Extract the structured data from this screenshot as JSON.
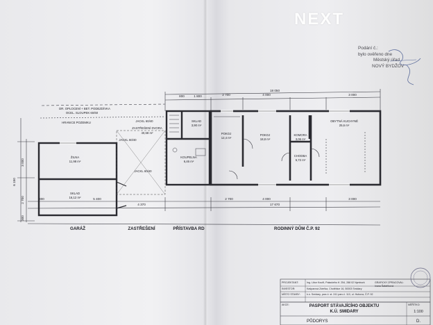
{
  "watermark": {
    "logo": "NEXT"
  },
  "stamp": {
    "line1": "Podání č.:",
    "line2": "bylo ověřeno dne",
    "line3": "Městský úřad",
    "line4": "NOVÝ BYDŽOV"
  },
  "labels": {
    "hranice_pozemku": "HRANICE POZEMKU",
    "dr_oploceni": "DR. OPLOCENÍ + BET. PODEZDÍVKA",
    "ocel_sloupek": "OCEL. SLOUPEK 60/60",
    "zastreseni_dvora": "ZASTŘEŠENÍ DVORA",
    "zastreseni_area": "40,68 m²",
    "jackl_1": "JACKL 60/40",
    "jackl_2": "JACKL 60/40",
    "jackl_3": "JACKL 60/40",
    "zilna": "ŽILNA",
    "zilna_area": "11,98 m²",
    "sklad_left": "SKLAD",
    "sklad_left_area": "16,12 m²",
    "sklad_top": "SKLAD",
    "sklad_top_area": "3,90 m²",
    "koupelna": "KOUPELNA",
    "koupelna_area": "6,46 m²",
    "pokoj_1": "POKOJ",
    "pokoj_1_area": "12,4 m²",
    "pokoj_2": "POKOJ",
    "pokoj_2_area": "18,8 m²",
    "komora": "KOMORA",
    "komora_area": "3,06 m²",
    "chodba": "CHODBA",
    "chodba_area": "5,72 m²",
    "obytna_kuchyne": "OBYTNÁ KUCHYNĚ",
    "obytna_area": "25,6 m²"
  },
  "dims_top": {
    "overall": "18 050",
    "d1": "800",
    "d2": "1 800",
    "d3": "2 700",
    "d4": "4 000",
    "d5": "3 000"
  },
  "dims_bottom": {
    "d1": "300",
    "d2": "5 400",
    "d3": "2 700",
    "d4": "4 000",
    "d5": "3 000",
    "overall": "17 670",
    "d6": "4 370"
  },
  "dims_left": {
    "d1": "6 150",
    "d2": "3 000",
    "d3": "2 700",
    "d4": "300"
  },
  "sections": {
    "garaz": "GARÁŽ",
    "zastreseni": "ZASTŘEŠENÍ",
    "pristavba": "PŘÍSTAVBA RD",
    "rodinny_dum": "RODINNÝ DŮM Č.P. 92"
  },
  "title_block": {
    "projektant_label": "PROJEKTANT:",
    "projektant": "Ing. Libor Kouřil, Palackého tř. 254, 288 02 Nymburk",
    "graficky_label": "GRAFICKY ZPRACOVAL:",
    "graficky": "Ivana Šafaříková",
    "investor_label": "INVESTOR:",
    "investor": "Kašparová Zdeňka, Chotěbice 16, 50003 Smidary",
    "misto_label": "MÍSTO STAVBY:",
    "misto": "k.ú. Smidary, parc.č. st. 241 parc.č. 110, ul. Hubova, Č.P. 92",
    "akce_label": "AKCE:",
    "akce_1": "PASPORT STÁVAJÍCÍHO OBJEKTU",
    "akce_2": "K.Ú. SMIDARY",
    "mereni_label": "MĚŘÍTKO:",
    "mereni": "1:100",
    "pudorys": "PŮDORYS",
    "cislo": "D."
  }
}
